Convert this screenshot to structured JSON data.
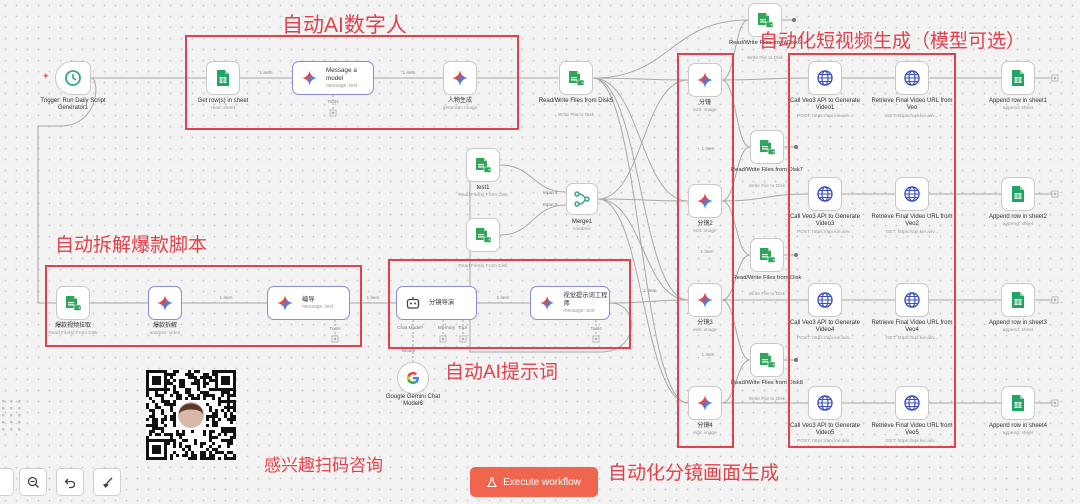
{
  "annotations": {
    "digital_human": "自动AI数字人",
    "short_video": "自动化短视频生成（模型可选）",
    "script_breakdown": "自动拆解爆款脚本",
    "prompt_words": "自动AI提示词",
    "storyboard": "自动化分镜画面生成",
    "scan_qr": "感兴趣扫码咨询"
  },
  "execute_button": {
    "label": "Execute workflow"
  },
  "edge_labels": {
    "one_item": "1 item",
    "tools": "Tools"
  },
  "nodes": {
    "trigger": {
      "label": "Trigger: Run Daily Script Generator1"
    },
    "get_rows": {
      "label": "Get row(s) in sheet",
      "sub": "read: sheet"
    },
    "message_model": {
      "label": "Message a model",
      "sub": "message: text"
    },
    "persona": {
      "label": "人物生成",
      "sub": "generate: image"
    },
    "rw_disk5": {
      "label": "Read/Write Files from Disk5",
      "sub": "Write File to Disk"
    },
    "rw_disk6": {
      "label": "Read/Write Files from Disk6",
      "sub": "Write File to Disk"
    },
    "test1": {
      "label": "test1",
      "sub": "Read File(s) From Disk"
    },
    "test2": {
      "sub": "Read File(s) From Disk"
    },
    "merge": {
      "label": "Merge1",
      "sub": "combine",
      "input1": "Input 1",
      "input2": "Input 2"
    },
    "viral_extract": {
      "label": "爆款视频拉取",
      "sub": "Read File(s) From Disk"
    },
    "viral_breakdown": {
      "label": "爆款拆解",
      "sub": "analyze: video"
    },
    "rewrite": {
      "label": "编导",
      "sub": "message: text"
    },
    "storyboard_agent": {
      "label": "分镜导演",
      "chat_model": "Chat Model*",
      "memory": "Memory",
      "tool": "Tool"
    },
    "visual_prompt": {
      "label": "视觉提示词工程师",
      "sub": "message: text"
    },
    "gemini": {
      "label": "Google Gemini Chat Model6"
    },
    "shot1": {
      "label": "分镜",
      "sub": "edit: image"
    },
    "shot2": {
      "label": "分镜2",
      "sub": "edit: image"
    },
    "shot3": {
      "label": "分镜3",
      "sub": "edit: image"
    },
    "shot4": {
      "label": "分镜4",
      "sub": "edit: image"
    },
    "rw_disk7": {
      "label": "Read/Write Files from Disk7",
      "sub": "Write File to Disk"
    },
    "rw_disk": {
      "label": "Read/Write Files from Disk",
      "sub": "Write File to Disk"
    },
    "rw_disk8": {
      "label": "Read/Write Files from Disk8",
      "sub": "Write File to Disk"
    },
    "veo1": {
      "label": "Call Veo3 API to Generate Video1",
      "sub": "POST: https://api.kie.ai/v..."
    },
    "veo3": {
      "label": "Call Veo3 API to Generate Video3",
      "sub": "POST: https://api.kie.ai/v..."
    },
    "veo4": {
      "label": "Call Veo3 API to Generate Video4",
      "sub": "POST: https://api.kie.ai/v..."
    },
    "veo5": {
      "label": "Call Veo3 API to Generate Video5",
      "sub": "POST: https://api.kie.ai/v..."
    },
    "ret1": {
      "label": "Retrieve Final Video URL from Veo",
      "sub": "GET: https://api.kie.ai/v..."
    },
    "ret2": {
      "label": "Retrieve Final Video URL from Veo2",
      "sub": "GET: https://api.kie.ai/v..."
    },
    "ret4": {
      "label": "Retrieve Final Video URL from Veo4",
      "sub": "GET: https://api.kie.ai/v..."
    },
    "ret5": {
      "label": "Retrieve Final Video URL from Veo5",
      "sub": "GET: https://api.kie.ai/v..."
    },
    "append1": {
      "label": "Append row in sheet1",
      "sub": "append: sheet"
    },
    "append2": {
      "label": "Append row in sheet2",
      "sub": "append: sheet"
    },
    "append3": {
      "label": "Append row in sheet3",
      "sub": "append: sheet"
    },
    "append4": {
      "label": "Append row in sheet4",
      "sub": "append: sheet"
    }
  },
  "colors": {
    "annotation_red": "#e0414b",
    "execute_bg": "#f0654e",
    "sheets_green": "#1fa463"
  },
  "icons": [
    "clock-icon",
    "sheets-icon",
    "gemini-icon",
    "disk-icon",
    "merge-icon",
    "robot-icon",
    "globe-icon",
    "google-icon",
    "zoom-out-icon",
    "undo-icon",
    "broom-icon",
    "flask-icon"
  ]
}
